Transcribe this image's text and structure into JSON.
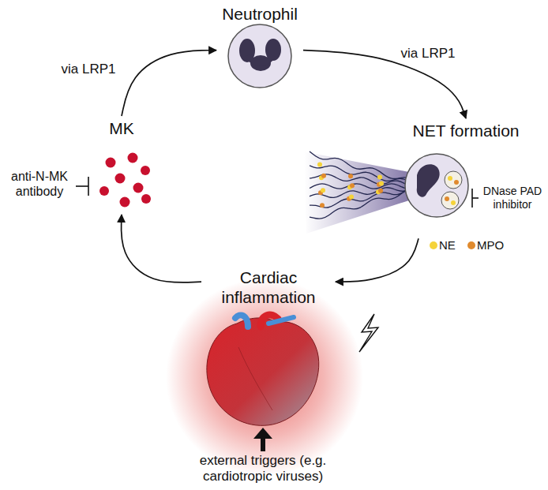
{
  "diagram": {
    "nodes": [
      {
        "text": [
          "Neutrophil"
        ]
      },
      {
        "text": [
          "MK"
        ]
      },
      {
        "text": [
          "NET formation"
        ]
      },
      {
        "text": [
          "Cardiac inflammation"
        ]
      }
    ],
    "edges": [
      {
        "from": 1,
        "to": 0,
        "arrow": "to",
        "label": "via LRP1"
      },
      {
        "from": 0,
        "to": 2,
        "arrow": "to",
        "label": "via LRP1"
      },
      {
        "from": 2,
        "to": 3,
        "arrow": "to"
      },
      {
        "from": 3,
        "to": 1,
        "arrow": "to"
      }
    ],
    "labels": [
      "anti-N-MK antibody",
      "DNase PAD inhibitor",
      "NE",
      "MPO",
      "external triggers (e.g. cardiotropic viruses)"
    ]
  }
}
